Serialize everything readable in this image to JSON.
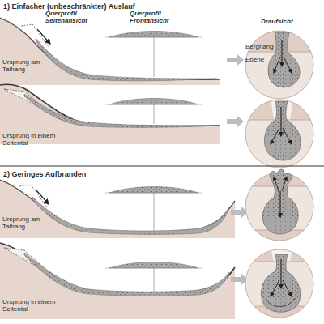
{
  "diagram": {
    "labels": [
      "1) Einfacher (unbeschränkter) Auslauf",
      "Querprofil Seitenansicht",
      "Querprofil Frontansicht",
      "Draufsicht",
      "Berghang",
      "Ebene",
      "Ursprung am Talhang",
      "Ursprung in einem Seitental",
      "2) Geringes Aufbranden",
      "Ursprung am Talhang",
      "Ursprung in einem Seitental"
    ]
  }
}
